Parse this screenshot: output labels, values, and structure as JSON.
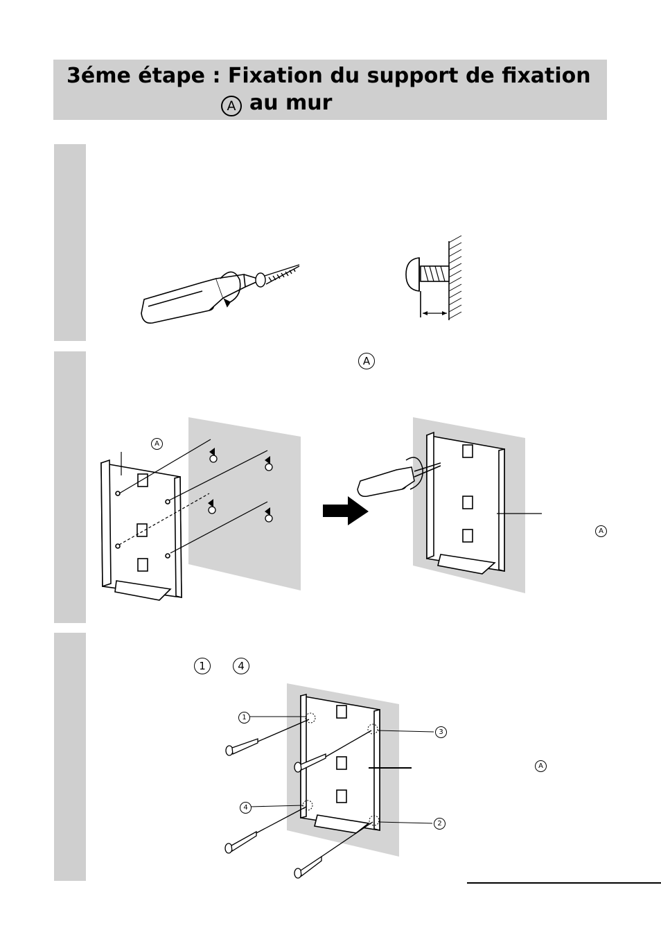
{
  "title": {
    "line1": "3éme étape : Fixation du support de fixation",
    "marker": "A",
    "line2": "au mur"
  },
  "step2": {
    "marker_top": "A",
    "marker_bracket": "A",
    "marker_right": "A"
  },
  "step3": {
    "order_from": "1",
    "order_to": "4",
    "callouts": [
      "1",
      "2",
      "3",
      "4"
    ],
    "marker_right": "A"
  },
  "colors": {
    "band": "#cfcfcf",
    "wall": "#d4d4d4",
    "line": "#000000"
  }
}
